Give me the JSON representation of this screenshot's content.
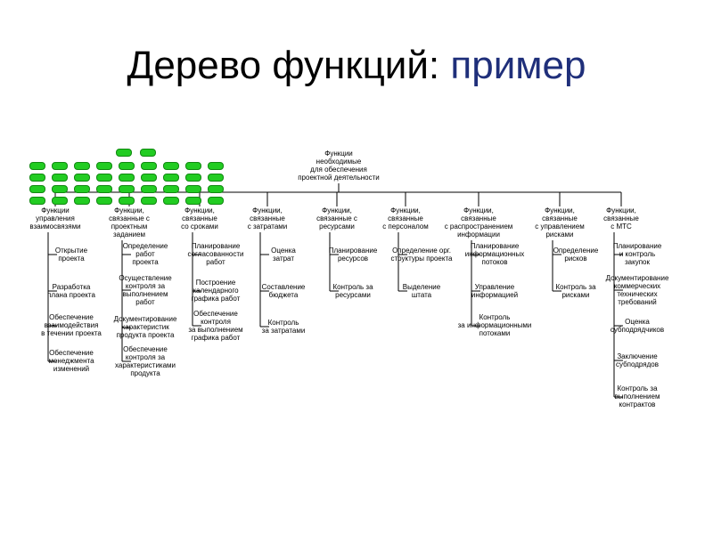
{
  "title": {
    "main": "Дерево функций: ",
    "accent": "пример"
  },
  "colors": {
    "accent": "#1f2f7a",
    "dots": "#22cc22"
  },
  "root": {
    "lines": [
      "Функции",
      "необходимые",
      "для обеспечения",
      "проектной деятельности"
    ]
  },
  "branches": [
    {
      "lines": [
        "Функции",
        "управления",
        "взаимосвязями"
      ],
      "children": [
        [
          "Открытие",
          "проекта"
        ],
        [
          "Разработка",
          "плана проекта"
        ],
        [
          "Обеспечение",
          "взаимодействия",
          "в течении проекта"
        ],
        [
          "Обеспечение",
          "менеджмента",
          "изменений"
        ]
      ]
    },
    {
      "lines": [
        "Функции,",
        "связанные с",
        "проектным",
        "заданием"
      ],
      "children": [
        [
          "Определение",
          "работ",
          "проекта"
        ],
        [
          "Осуществление",
          "контроля за",
          "выполнением",
          "работ"
        ],
        [
          "Документирование",
          "характеристик",
          "продукта проекта"
        ],
        [
          "Обеспечение",
          "контроля за",
          "характеристиками",
          "продукта"
        ]
      ]
    },
    {
      "lines": [
        "Функции,",
        "связанные",
        "со сроками"
      ],
      "children": [
        [
          "Планирование",
          "согласованности",
          "работ"
        ],
        [
          "Построение",
          "календарного",
          "графика работ"
        ],
        [
          "Обеспечение",
          "контроля",
          "за выполнением",
          "графика работ"
        ]
      ]
    },
    {
      "lines": [
        "Функции,",
        "связанные",
        "с затратами"
      ],
      "children": [
        [
          "Оценка",
          "затрат"
        ],
        [
          "Составление",
          "бюджета"
        ],
        [
          "Контроль",
          "за затратами"
        ]
      ]
    },
    {
      "lines": [
        "Функции,",
        "связанные с",
        "ресурсами"
      ],
      "children": [
        [
          "Планирование",
          "ресурсов"
        ],
        [
          "Контроль за",
          "ресурсами"
        ]
      ]
    },
    {
      "lines": [
        "Функции,",
        "связанные",
        "с персоналом"
      ],
      "children": [
        [
          "Определение орг.",
          "структуры проекта"
        ],
        [
          "Выделение",
          "штата"
        ]
      ]
    },
    {
      "lines": [
        "Функции,",
        "связанные",
        "с распространением",
        "информации"
      ],
      "children": [
        [
          "Планирование",
          "информационных",
          "потоков"
        ],
        [
          "Управление",
          "информацией"
        ],
        [
          "Контроль",
          "за информационными",
          "потоками"
        ]
      ]
    },
    {
      "lines": [
        "Функции,",
        "связанные",
        "с управлением",
        "рисками"
      ],
      "children": [
        [
          "Определение",
          "рисков"
        ],
        [
          "Контроль за",
          "рисками"
        ]
      ]
    },
    {
      "lines": [
        "Функции,",
        "связанные",
        "с МТС"
      ],
      "children": [
        [
          "Планирование",
          "и контроль",
          "закупок"
        ],
        [
          "Документирование",
          "коммерческих",
          "технических",
          "требований"
        ],
        [
          "Оценка",
          "субподрядчиков"
        ],
        [
          "Заключение",
          "субподрядов"
        ],
        [
          "Контроль за",
          "выполнением",
          "контрактов"
        ]
      ]
    }
  ]
}
